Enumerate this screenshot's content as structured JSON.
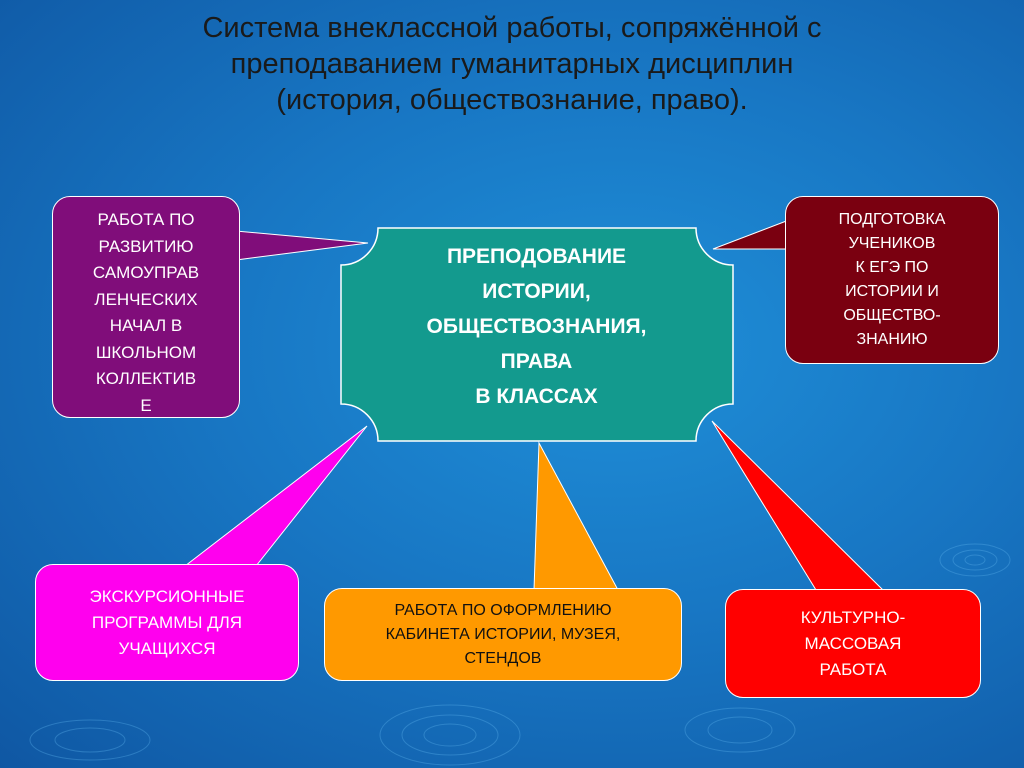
{
  "title": {
    "line1": "Система внеклассной работы, сопряжённой  с",
    "line2": "преподаванием гуманитарных дисциплин",
    "line3": "(история, обществознание, право)."
  },
  "center": {
    "text": "ПРЕПОДОВАНИЕ\nИСТОРИИ,\nОБЩЕСТВОЗНАНИЯ,\nПРАВА\nВ КЛАССАХ"
  },
  "nodes": {
    "self_government": {
      "text": "РАБОТА ПО\nРАЗВИТИЮ\nСАМОУПРАВ\nЛЕНЧЕСКИХ\nНАЧАЛ В\nШКОЛЬНОМ\nКОЛЛЕКТИВ\nЕ"
    },
    "ege": {
      "text": "ПОДГОТОВКА\nУЧЕНИКОВ\nК ЕГЭ ПО\nИСТОРИИ И\nОБЩЕСТВО-\nЗНАНИЮ"
    },
    "excursion": {
      "text": "ЭКСКУРСИОННЫЕ\nПРОГРАММЫ ДЛЯ\nУЧАЩИХСЯ"
    },
    "cabinet": {
      "text": "РАБОТА ПО ОФОРМЛЕНИЮ\nКАБИНЕТА ИСТОРИИ, МУЗЕЯ,\nСТЕНДОВ"
    },
    "culture": {
      "text": "КУЛЬТУРНО-\nМАССОВАЯ\nРАБОТА"
    }
  },
  "colors": {
    "background": "#1877c4",
    "center_fill": "#139a8e",
    "self_government_fill": "#800d7a",
    "ege_fill": "#7a0010",
    "excursion_fill": "#ff00ee",
    "cabinet_fill": "#ff9900",
    "culture_fill": "#ff0000",
    "border": "#ffffff"
  }
}
